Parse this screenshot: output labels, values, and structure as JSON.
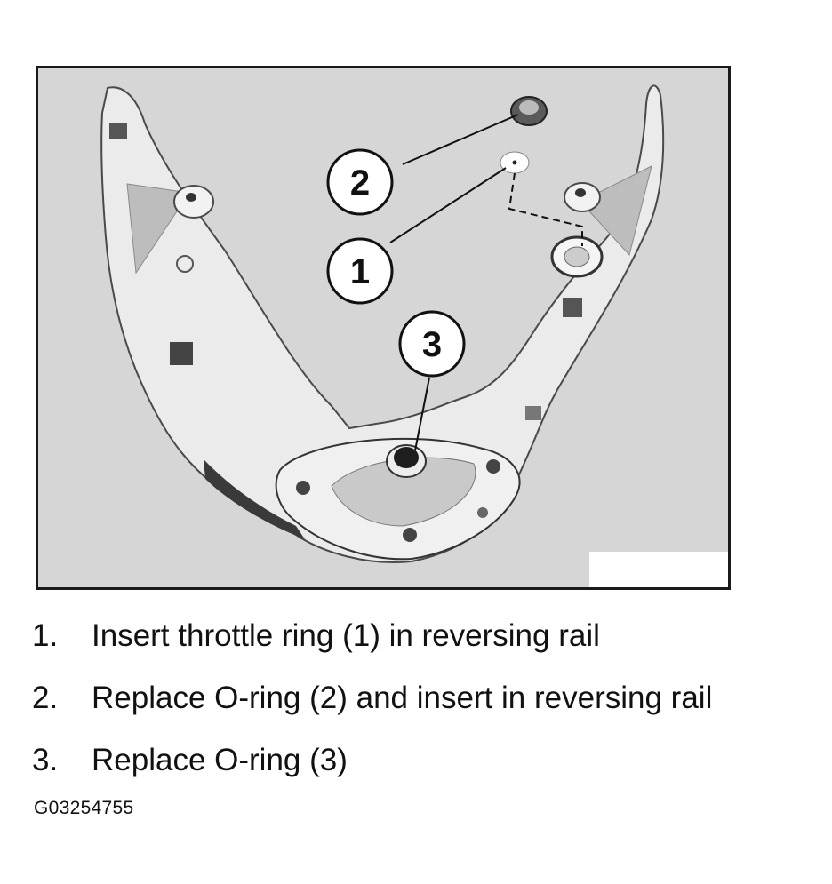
{
  "figure": {
    "callouts": [
      {
        "label": "1"
      },
      {
        "label": "2"
      },
      {
        "label": "3"
      }
    ]
  },
  "steps": [
    {
      "number": "1.",
      "text": "Insert throttle ring (1) in reversing rail"
    },
    {
      "number": "2.",
      "text": "Replace O-ring (2) and insert in reversing rail"
    },
    {
      "number": "3.",
      "text": "Replace O-ring (3)"
    }
  ],
  "figure_id": "G03254755"
}
